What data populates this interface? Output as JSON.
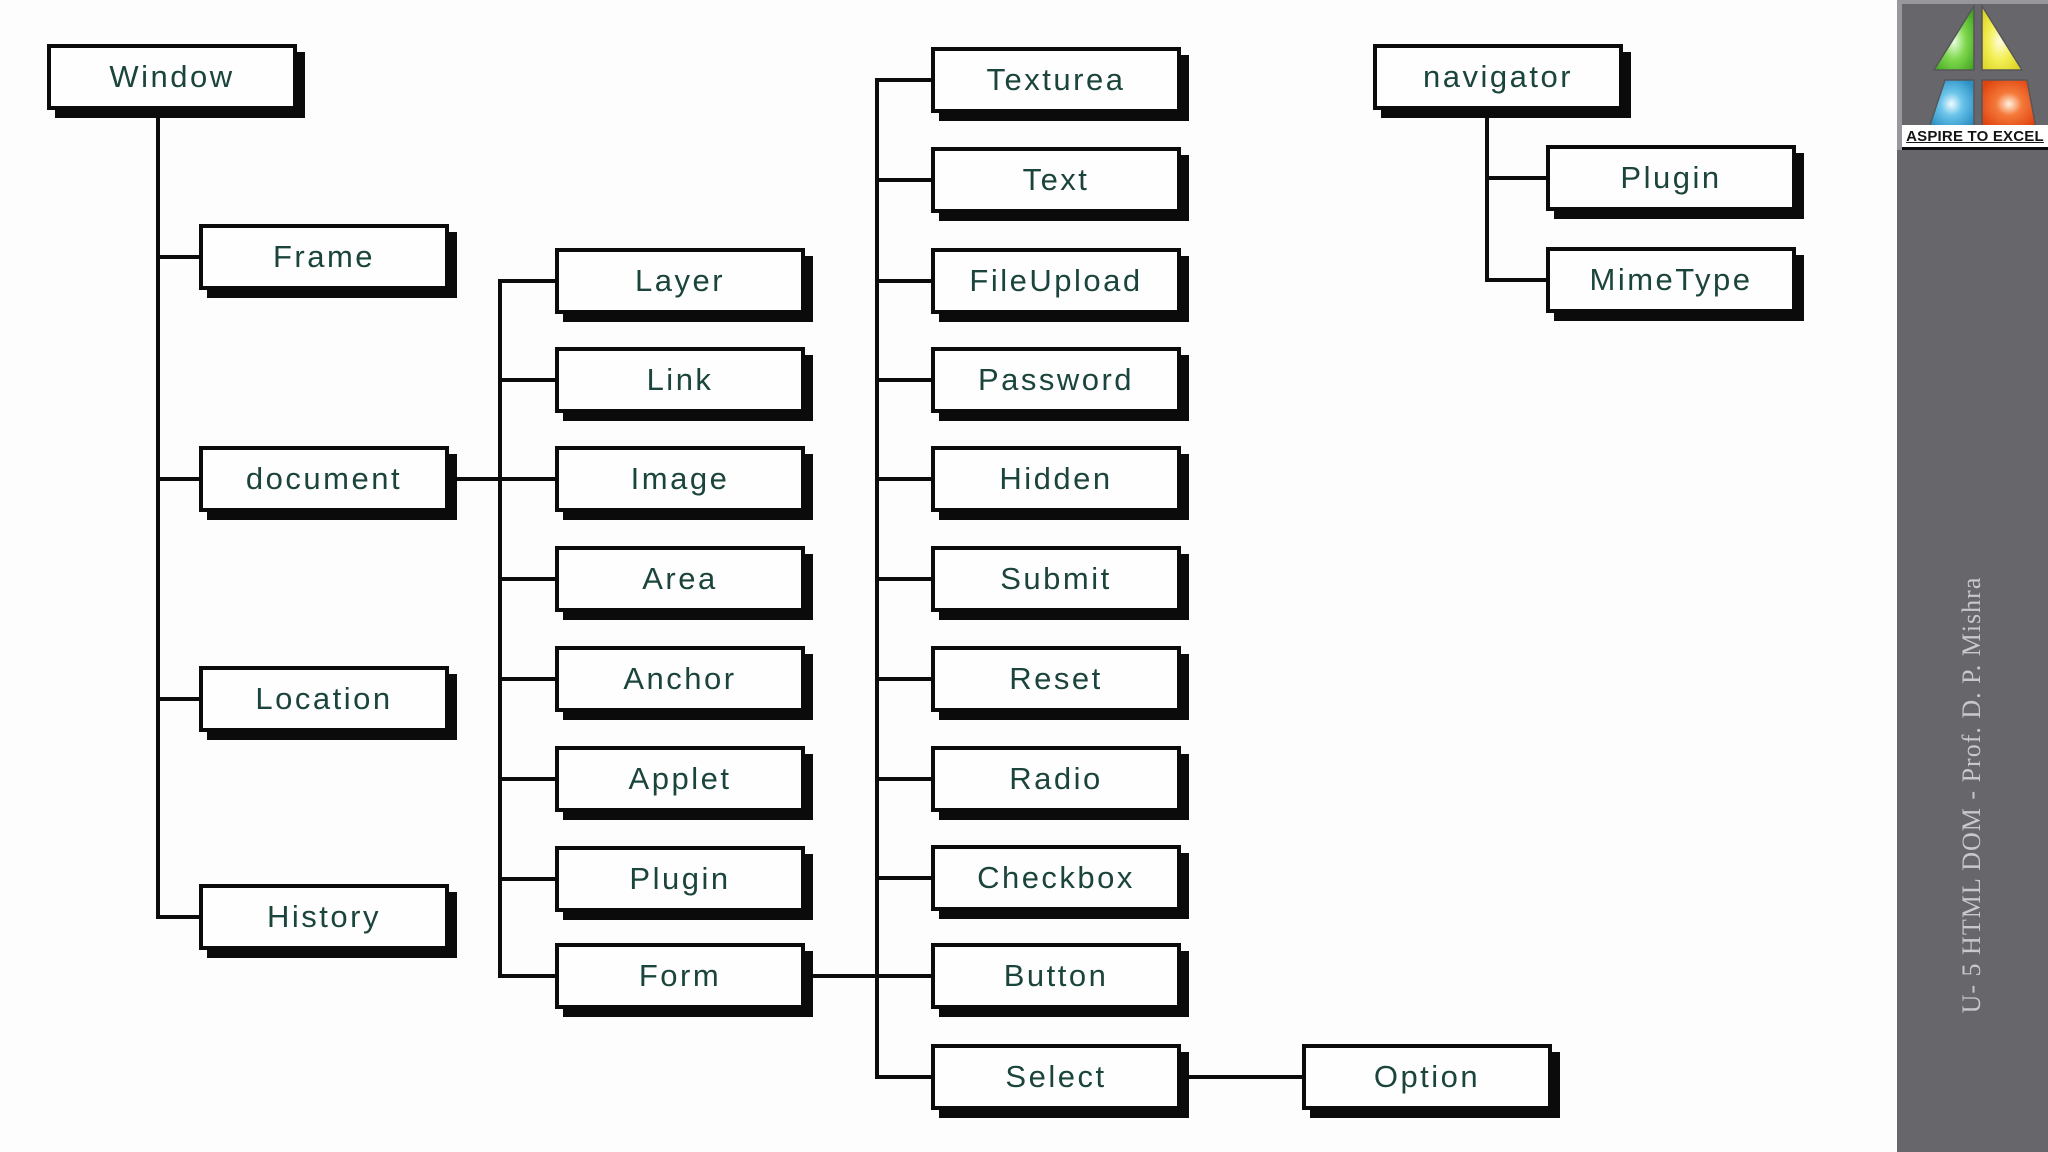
{
  "slide": {
    "tree": {
      "root": "Window",
      "window_children": [
        "Frame",
        "document",
        "Location",
        "History"
      ],
      "document_children": [
        "Layer",
        "Link",
        "Image",
        "Area",
        "Anchor",
        "Applet",
        "Plugin",
        "Form"
      ],
      "form_children": [
        "Texturea",
        "Text",
        "FileUpload",
        "Password",
        "Hidden",
        "Submit",
        "Reset",
        "Radio",
        "Checkbox",
        "Button",
        "Select"
      ],
      "select_children": [
        "Option"
      ],
      "navigator_root": "navigator",
      "navigator_children": [
        "Plugin",
        "MimeType"
      ]
    },
    "sidebar": {
      "logo_caption": "ASPIRE TO EXCEL",
      "credit_text": "U- 5 HTML DOM - Prof. D. P. Mishra"
    },
    "colors": {
      "node_text": "#1b453c",
      "node_border": "#0b0b0b",
      "line": "#0c0c0c",
      "slide_bg": "#fdfdfd",
      "sidebar_bg": "#67666b",
      "sidebar_text": "#c9c7ca",
      "logo_green": "#5cc62e",
      "logo_yellow": "#f0ee38",
      "logo_blue": "#46aede",
      "logo_orange": "#f05a22"
    }
  }
}
